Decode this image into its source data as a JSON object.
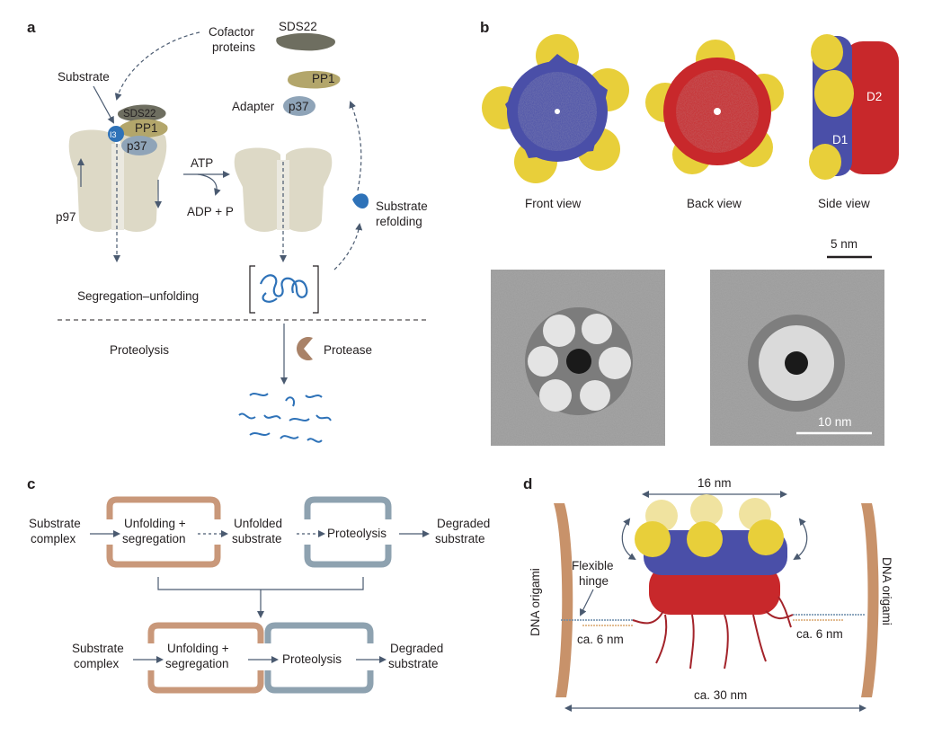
{
  "panel_a": {
    "label": "a",
    "cofactor_proteins": [
      "Cofactor",
      "proteins"
    ],
    "sds22_top": "SDS22",
    "substrate": "Substrate",
    "sds22_complex": "SDS22",
    "pp1_complex": "PP1",
    "p37_complex": "p37",
    "pp1_free": "PP1",
    "adapter": "Adapter",
    "p37_free": "p37",
    "p97": "p97",
    "atp": "ATP",
    "adp": "ADP + P",
    "substrate_refolding": [
      "Substrate",
      "refolding"
    ],
    "segregation_unfolding": "Segregation–unfolding",
    "proteolysis": "Proteolysis",
    "protease": "Protease",
    "substrate_glyph": "I3"
  },
  "panel_b": {
    "label": "b",
    "front_view": "Front view",
    "back_view": "Back view",
    "side_view": "Side view",
    "d1": "D1",
    "d2": "D2",
    "scale_structure": "5 nm",
    "scale_em": "10 nm"
  },
  "panel_c": {
    "label": "c",
    "top": {
      "input": [
        "Substrate",
        "complex"
      ],
      "stage1": [
        "Unfolding +",
        "segregation"
      ],
      "intermediate": [
        "Unfolded",
        "substrate"
      ],
      "stage2": "Proteolysis",
      "output": [
        "Degraded",
        "substrate"
      ]
    },
    "bottom": {
      "input": [
        "Substrate",
        "complex"
      ],
      "stage1": [
        "Unfolding +",
        "segregation"
      ],
      "stage2": "Proteolysis",
      "output": [
        "Degraded",
        "substrate"
      ]
    }
  },
  "panel_d": {
    "label": "d",
    "width_top": "16 nm",
    "flexible_hinge": [
      "Flexible",
      "hinge"
    ],
    "origami_left": "DNA origami",
    "origami_right": "DNA origami",
    "linker_left": "ca. 6 nm",
    "linker_right": "ca. 6 nm",
    "width_bottom": "ca. 30 nm"
  },
  "colors": {
    "d1_blue": "#4a4fa8",
    "d2_red": "#c8282b",
    "n_yellow": "#e8cf3a",
    "p97_beige": "#ddd9c6",
    "sds22": "#6e6e60",
    "pp1": "#b3a66b",
    "p37": "#8fa4b8",
    "substrate_blue": "#2e72b8",
    "protease": "#a98268",
    "box_orange": "#c9987a",
    "box_slate": "#8ea2b0",
    "arrow": "#4a5a70",
    "origami": "#c8926a",
    "linker_red": "#a3232a"
  }
}
